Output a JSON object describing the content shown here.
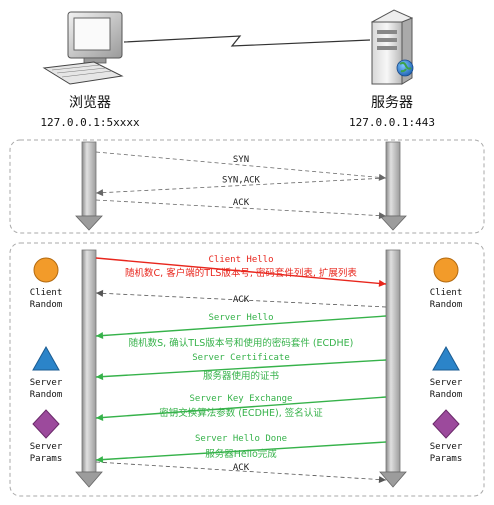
{
  "hosts": {
    "browser": {
      "name": "浏览器",
      "address": "127.0.0.1:5xxxx"
    },
    "server": {
      "name": "服务器",
      "address": "127.0.0.1:443"
    }
  },
  "tcp_handshake": [
    {
      "label": "SYN",
      "direction": "to_server"
    },
    {
      "label": "SYN,ACK",
      "direction": "to_client"
    },
    {
      "label": "ACK",
      "direction": "to_server"
    }
  ],
  "tls_messages": [
    {
      "title": "Client Hello",
      "detail": "随机数C, 客户端的TLS版本号, 密码套件列表, 扩展列表",
      "direction": "to_server",
      "color": "#e8261d"
    },
    {
      "title": "",
      "detail": "ACK",
      "direction": "to_client",
      "color": "#555555",
      "dashed": true
    },
    {
      "title": "Server Hello",
      "detail": "随机数S, 确认TLS版本号和使用的密码套件 (ECDHE)",
      "direction": "to_client",
      "color": "#36b24a"
    },
    {
      "title": "Server Certificate",
      "detail": "服务器使用的证书",
      "direction": "to_client",
      "color": "#36b24a"
    },
    {
      "title": "Server Key Exchange",
      "detail": "密钥交换算法参数 (ECDHE), 签名认证",
      "direction": "to_client",
      "color": "#36b24a"
    },
    {
      "title": "Server Hello Done",
      "detail": "服务器Hello完成",
      "direction": "to_client",
      "color": "#36b24a"
    },
    {
      "title": "",
      "detail": "ACK",
      "direction": "to_server",
      "color": "#555555",
      "dashed": true
    }
  ],
  "client_params": [
    {
      "label": "Client\nRandom",
      "shape": "circle",
      "color": "#f29b2a"
    },
    {
      "label": "Server\nRandom",
      "shape": "triangle",
      "color": "#2b84c9"
    },
    {
      "label": "Server\nParams",
      "shape": "diamond",
      "color": "#9c4a9c"
    }
  ],
  "server_params": [
    {
      "label": "Client\nRandom",
      "shape": "circle",
      "color": "#f29b2a"
    },
    {
      "label": "Server\nRandom",
      "shape": "triangle",
      "color": "#2b84c9"
    },
    {
      "label": "Server\nParams",
      "shape": "diamond",
      "color": "#9c4a9c"
    }
  ]
}
